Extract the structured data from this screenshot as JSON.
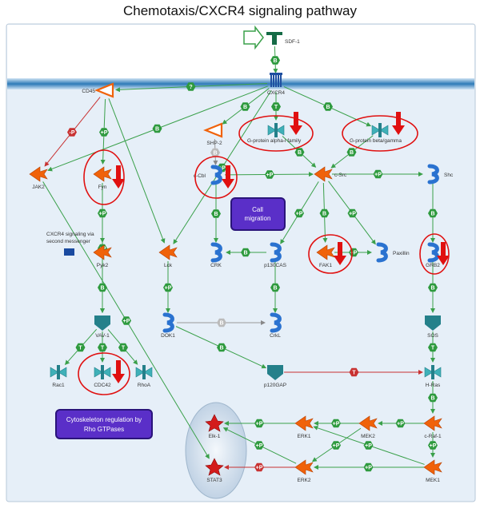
{
  "title": "Chemotaxis/CXCR4 signaling pathway",
  "nodes": {
    "sdf1": "SDF-1",
    "cxcr4": "CXCR4",
    "cd45": "CD45",
    "shp2": "SHP-2",
    "gprot_alpha": "G-protein alpha-i family",
    "gprot_beta": "G-protein beta/gamma",
    "jak2": "JAK2",
    "fyn": "Fyn",
    "ccbl": "c-Cbl",
    "csrc": "c-Src",
    "shc": "Shc",
    "pyk2": "Pyk2",
    "lck": "Lck",
    "crk": "CRK",
    "p130cas": "p130CAS",
    "fak1": "FAK1",
    "paxillin": "Paxillin",
    "grb2": "GRB2",
    "vav1": "VAV-1",
    "dok1": "DOK1",
    "crkl": "CrkL",
    "sos": "SOS",
    "rac1": "Rac1",
    "cdc42": "CDC42",
    "rhoa": "RhoA",
    "p120gap": "p120GAP",
    "hras": "H-Ras",
    "elk1": "Elk-1",
    "erk1": "ERK1",
    "mek2": "MEK2",
    "craf1": "c-Raf-1",
    "stat3": "STAT3",
    "erk2": "ERK2",
    "mek1": "MEK1"
  },
  "boxes": {
    "call_migration": "Call\nmigration",
    "cytoskeleton": "Cytoskeleton regulation by\nRho GTPases"
  },
  "note": "CXCR4 signaling via\nsecond messenger",
  "badge_labels": {
    "binding": "B",
    "phospho": "+P",
    "neg_phospho": "-P",
    "transform": "T",
    "num": "?"
  },
  "colors": {
    "membrane": "#1d6fa8",
    "cell_bg": "#e4eef8",
    "arrow": "#3aa04a",
    "inhibit": "#c83232",
    "highlight": "#e01010",
    "kinase": "#f0620a",
    "adaptor": "#2a72d0",
    "gprotein": "#24808a",
    "process_box": "#5a2fc8"
  }
}
